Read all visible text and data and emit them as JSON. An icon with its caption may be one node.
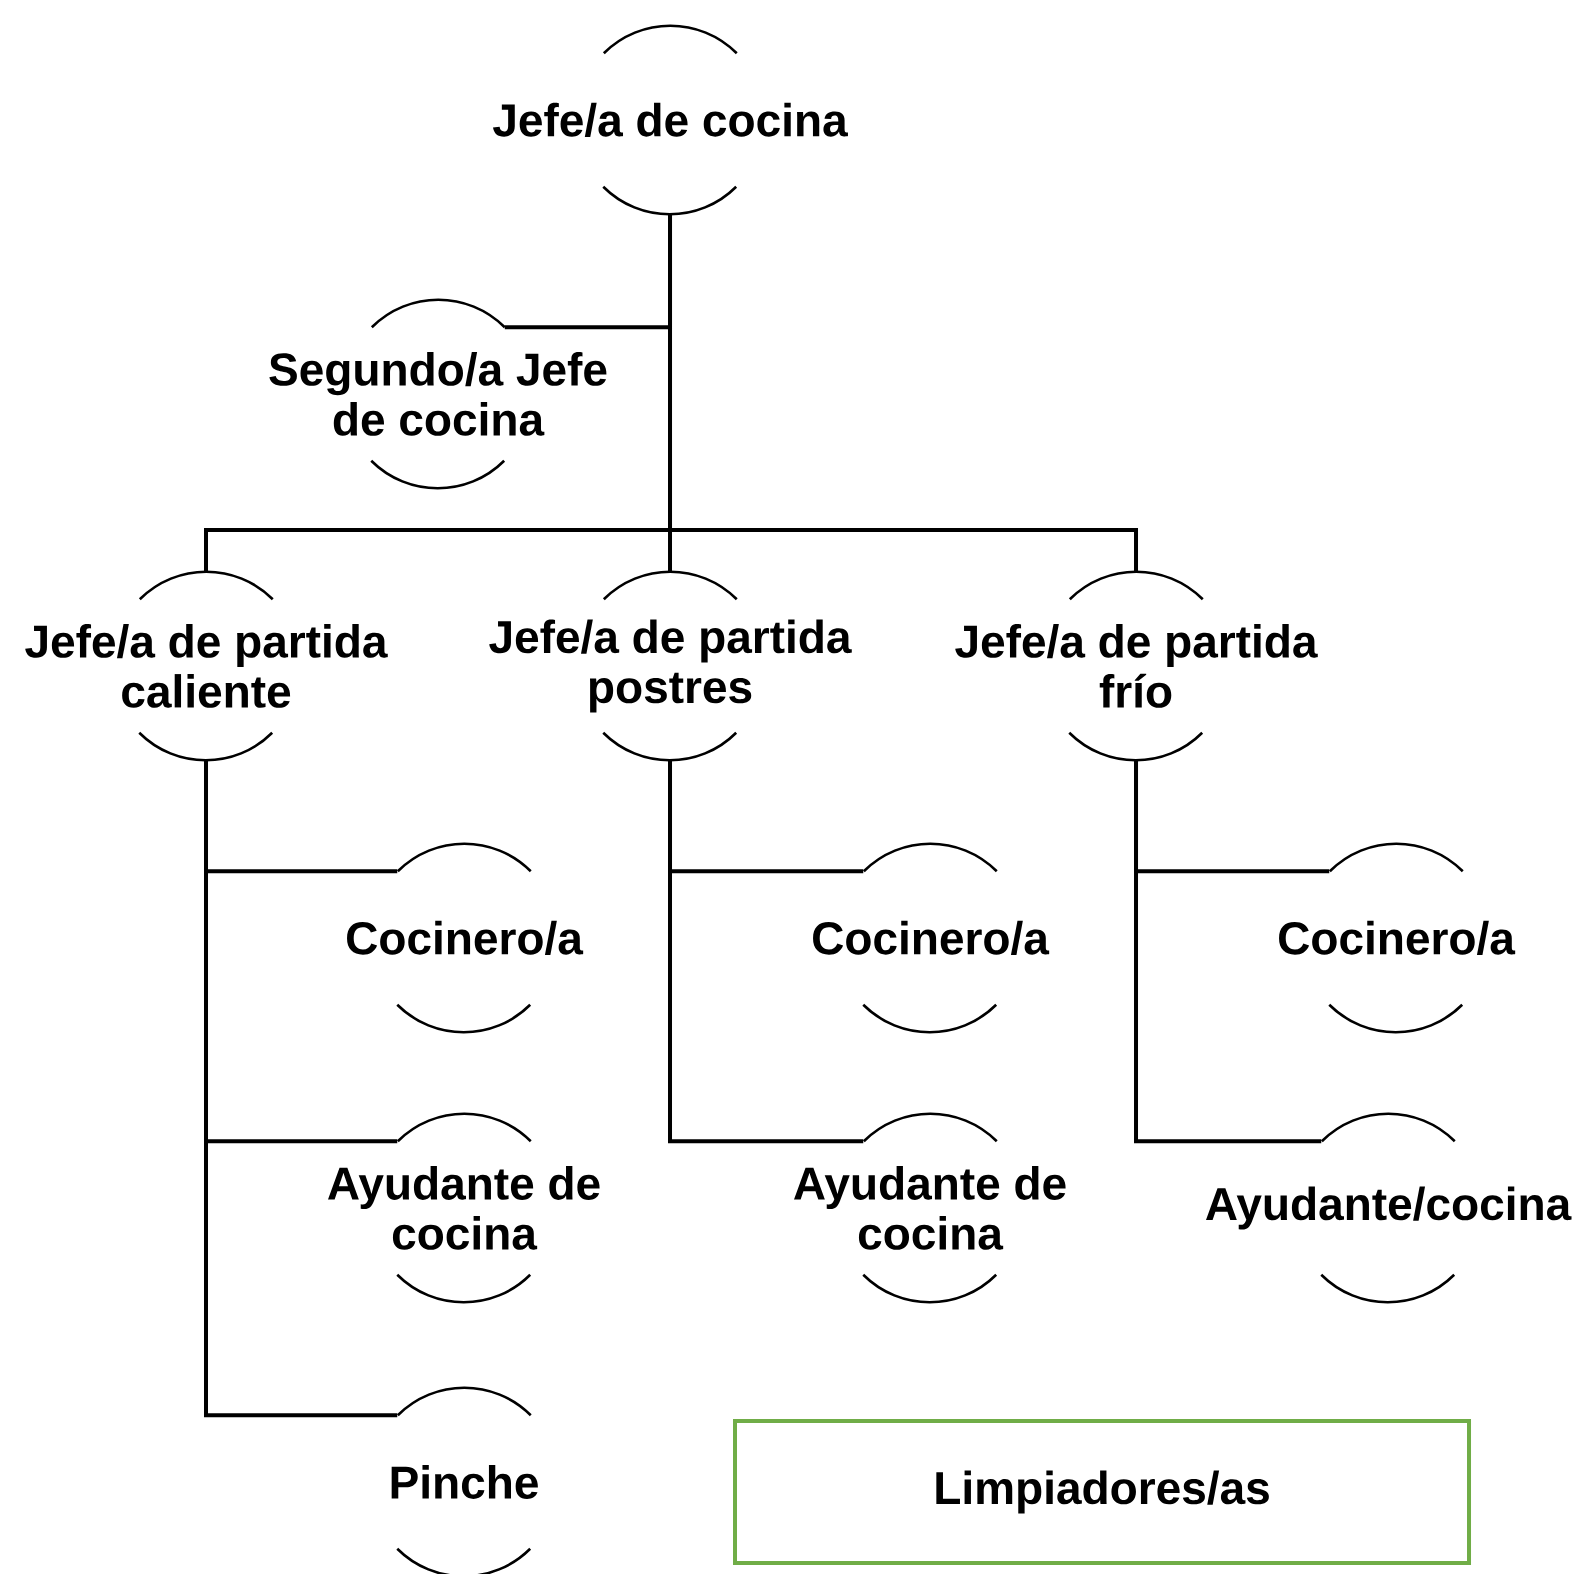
{
  "diagram": {
    "nodes": [
      {
        "text": [
          "Jefe/a de cocina"
        ]
      },
      {
        "text": [
          "Segundo/a Jefe de cocina"
        ]
      },
      {
        "text": [
          "Jefe/a de partida caliente"
        ]
      },
      {
        "text": [
          "Jefe/a de partida postres"
        ]
      },
      {
        "text": [
          "Jefe/a de partida frío"
        ]
      },
      {
        "text": [
          "Cocinero/a"
        ]
      },
      {
        "text": [
          "Ayudante de cocina"
        ]
      },
      {
        "text": [
          "Pinche"
        ]
      },
      {
        "text": [
          "Cocinero/a"
        ]
      },
      {
        "text": [
          "Ayudante de cocina"
        ]
      },
      {
        "text": [
          "Cocinero/a"
        ]
      },
      {
        "text": [
          "Ayudante/cocina"
        ]
      },
      {
        "text": [
          "Limpiadores/as"
        ]
      }
    ],
    "edges": [
      {
        "from": 0,
        "to": 1,
        "arrow": "none"
      },
      {
        "from": 0,
        "to": 2,
        "arrow": "none"
      },
      {
        "from": 0,
        "to": 3,
        "arrow": "none"
      },
      {
        "from": 0,
        "to": 4,
        "arrow": "none"
      },
      {
        "from": 2,
        "to": 5,
        "arrow": "none"
      },
      {
        "from": 2,
        "to": 6,
        "arrow": "none"
      },
      {
        "from": 2,
        "to": 7,
        "arrow": "none"
      },
      {
        "from": 3,
        "to": 8,
        "arrow": "none"
      },
      {
        "from": 3,
        "to": 9,
        "arrow": "none"
      },
      {
        "from": 4,
        "to": 10,
        "arrow": "none"
      },
      {
        "from": 4,
        "to": 11,
        "arrow": "none"
      }
    ]
  }
}
